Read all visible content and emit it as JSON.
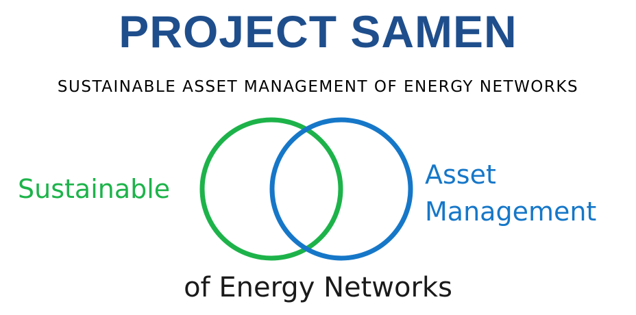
{
  "header": {
    "title": "PROJECT SAMEN",
    "subtitle": "SUSTAINABLE ASSET MANAGEMENT OF ENERGY NETWORKS"
  },
  "venn": {
    "left_label": "Sustainable",
    "right_label_line1": "Asset",
    "right_label_line2": "Management",
    "bottom_label": "of Energy Networks"
  },
  "colors": {
    "title": "#1f4e8c",
    "green": "#1db34a",
    "blue": "#1677c8",
    "text": "#000000"
  }
}
